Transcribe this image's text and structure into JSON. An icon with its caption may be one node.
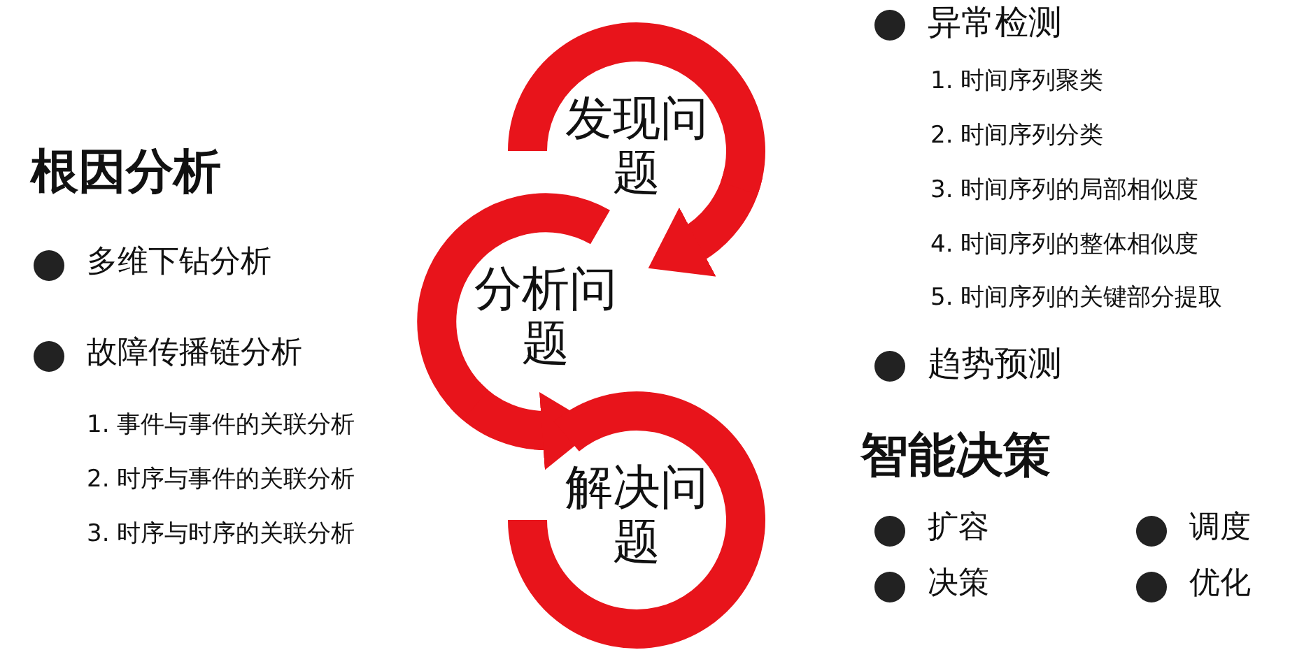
{
  "diagram": {
    "nodes": [
      {
        "text": [
          "发现问题"
        ]
      },
      {
        "text": [
          "分析问题"
        ]
      },
      {
        "text": [
          "解决问题"
        ]
      }
    ],
    "edges": [
      {
        "from": 0,
        "to": 1,
        "arrow": "to"
      },
      {
        "from": 1,
        "to": 2,
        "arrow": "to"
      }
    ],
    "labels": [
      "异常检测",
      "1. 时间序列聚类",
      "2. 时间序列分类",
      "3. 时间序列的局部相似度",
      "4. 时间序列的整体相似度",
      "5. 时间序列的关键部分提取",
      "根因分析",
      "多维下钻分析",
      "故障传播链分析",
      "趋势预测",
      "1. 事件与事件的关联分析",
      "2. 时序与事件的关联分析",
      "3. 时序与时序的关联分析",
      "智能决策",
      "扩容",
      "调度",
      "决策",
      "优化"
    ]
  }
}
